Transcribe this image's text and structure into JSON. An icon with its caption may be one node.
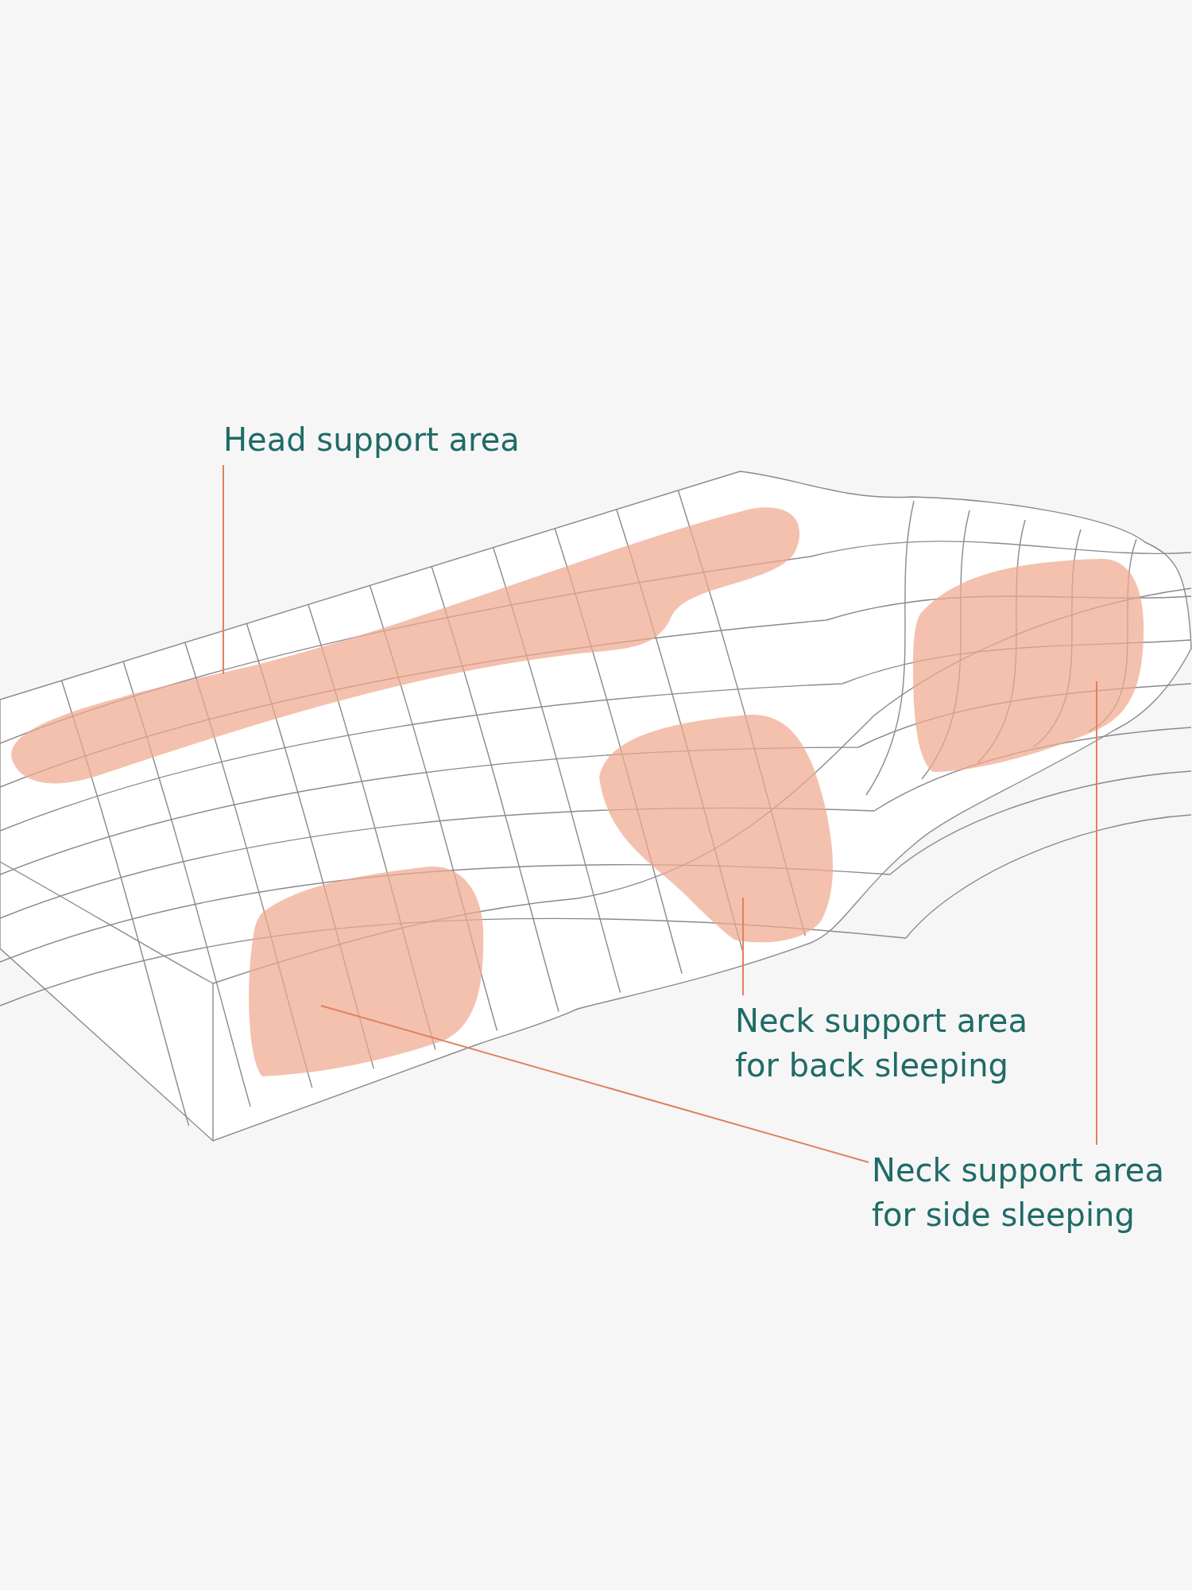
{
  "diagram": {
    "nodes": [
      {
        "text": [
          "Head support area"
        ]
      },
      {
        "text": [],
        "shape": "blob"
      },
      {
        "text": [
          "Neck support area for back sleeping"
        ]
      },
      {
        "text": [],
        "shape": "blob"
      },
      {
        "text": [
          "Neck support area for side sleeping"
        ]
      },
      {
        "text": [],
        "shape": "blob"
      },
      {
        "text": [],
        "shape": "blob"
      }
    ],
    "edges": [
      {
        "from": 0,
        "to": 1,
        "arrow": "none"
      },
      {
        "from": 2,
        "to": 3,
        "arrow": "none"
      },
      {
        "from": 4,
        "to": 5,
        "arrow": "none"
      },
      {
        "from": 4,
        "to": 6,
        "arrow": "none"
      }
    ]
  }
}
